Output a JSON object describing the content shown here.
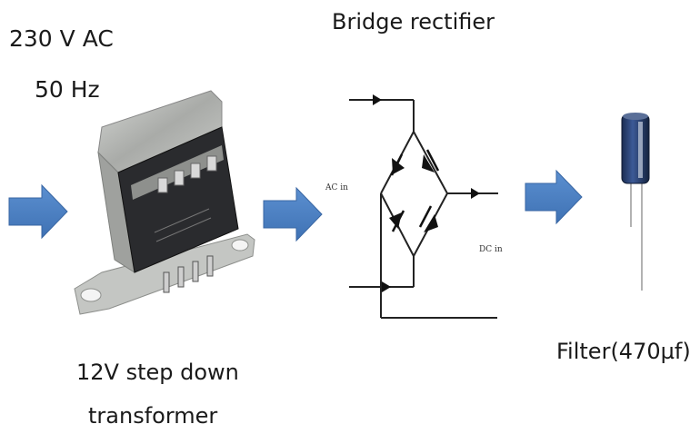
{
  "input": {
    "line1": "230 V AC",
    "line2": "50 Hz"
  },
  "transformer": {
    "line1": "12V step down",
    "line2": "transformer"
  },
  "rectifier": {
    "title": "Bridge rectifier",
    "ac_label": "AC in",
    "dc_label": "DC in"
  },
  "filter": {
    "label": "Filter(470µf)"
  },
  "colors": {
    "arrow": "#4a7fc1",
    "arrow_edge": "#3866a3",
    "wire": "#222222",
    "transformer_metal": "#b9bbb8",
    "transformer_core": "#2a2b2e",
    "capacitor": "#243b6b"
  },
  "icons": [
    "right-arrow-icon",
    "transformer-icon",
    "diode-icon",
    "capacitor-icon"
  ]
}
